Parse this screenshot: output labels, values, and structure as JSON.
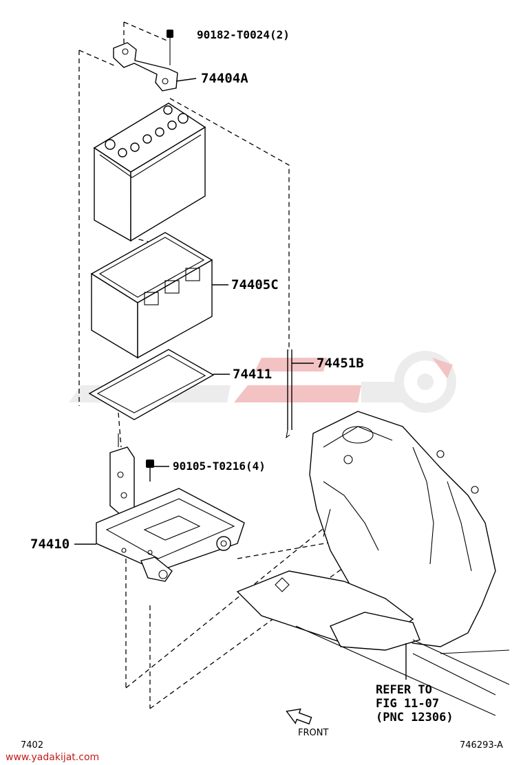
{
  "labels": {
    "bolt_top": "90182-T0024(2)",
    "clamp": "74404A",
    "battery_case": "74405C",
    "tray_pad": "74411",
    "rod": "74451B",
    "bolt_mid": "90105-T0216(4)",
    "carrier": "74410",
    "refer_line1": "REFER TO",
    "refer_line2": "FIG 11-07",
    "refer_line3": "(PNC 12306)",
    "front": "FRONT"
  },
  "footer": {
    "left_code": "7402",
    "right_code": "746293-A",
    "website": "www.yadakijat.com"
  },
  "colors": {
    "line": "#000000",
    "watermark_gray": "#e6e6e6",
    "watermark_red": "#f3c3c3",
    "website": "#c41a1a"
  }
}
